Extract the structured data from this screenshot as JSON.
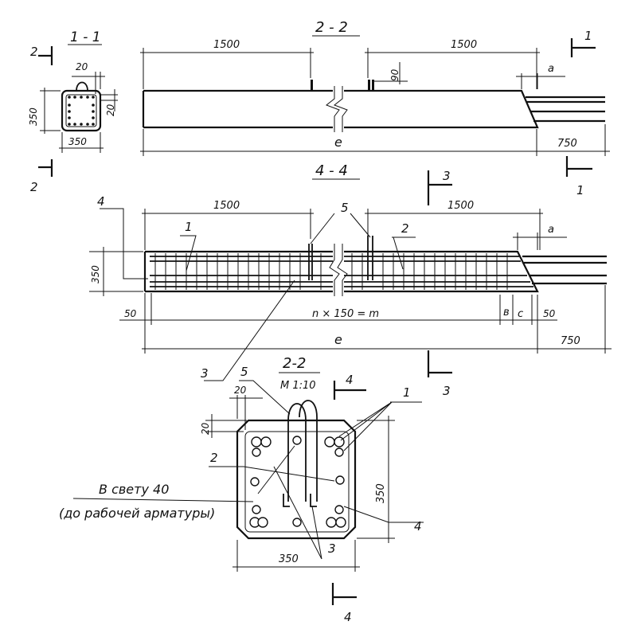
{
  "drawing": {
    "section_1_1": {
      "title": "1 - 1",
      "cut_label": "2",
      "width": "350",
      "height": "350",
      "cover_top": "20",
      "cover_side": "20"
    },
    "section_2_2_top": {
      "title": "2 - 2",
      "left_length": "1500",
      "right_length": "1500",
      "angle": "90",
      "dim_a": "a",
      "total": "e",
      "overhang": "750",
      "cut_label": "1"
    },
    "section_4_4": {
      "title": "4 - 4",
      "left_length": "1500",
      "right_length": "1500",
      "height": "350",
      "left_margin": "50",
      "spacing": "n × 150 = m",
      "dim_b": "в",
      "dim_c": "c",
      "right_margin": "50",
      "total": "e",
      "overhang": "750",
      "dim_a": "a",
      "cut_label": "3",
      "pos_1": "1",
      "pos_2": "2",
      "pos_3": "3",
      "pos_4": "4",
      "pos_5": "5"
    },
    "section_2_2_detail": {
      "title": "2-2",
      "scale": "M 1:10",
      "cover_side": "20",
      "cover_top": "20",
      "height": "350",
      "width": "350",
      "note_line1": "В свету 40",
      "note_line2": "(до рабочей арматуры)",
      "cut_label": "4",
      "pos_1": "1",
      "pos_2": "2",
      "pos_3": "3",
      "pos_4": "4",
      "pos_5": "5"
    }
  }
}
